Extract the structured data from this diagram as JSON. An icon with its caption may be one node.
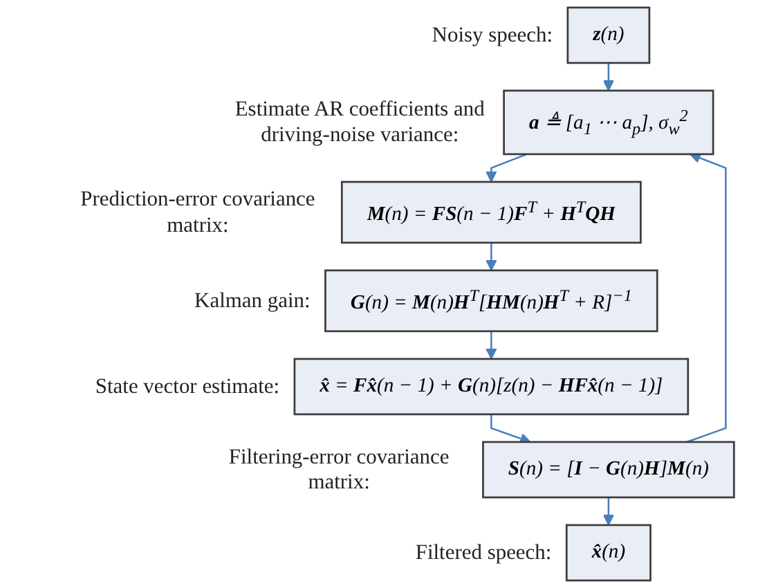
{
  "diagram": {
    "nodes": [
      {
        "text": [
          "**z**(*n*)"
        ],
        "beside": [
          "Noisy speech:"
        ]
      },
      {
        "text": [
          "**a** ≜ [*a*$_{1}$ ⋯ *a*$_{p}$], σ$_{w}$$^{2}$"
        ],
        "beside": [
          "Estimate AR coefficients and driving-noise variance:"
        ]
      },
      {
        "text": [
          "**M**(*n*) = **FS**(*n* − 1)**F**$^{T}$ + **H**$^{T}$**QH**"
        ],
        "beside": [
          "Prediction-error covariance matrix:"
        ]
      },
      {
        "text": [
          "**G**(*n*) = **M**(*n*)**H**$^{T}$[**HM**(*n*)**H**$^{T}$ + *R*]$^{−1}$"
        ],
        "beside": [
          "Kalman gain:"
        ]
      },
      {
        "text": [
          "**x̂** = **Fx̂**(*n* − 1) + **G**(*n*)[*z*(*n*) − **HFx̂**(*n* − 1)]"
        ],
        "beside": [
          "State vector estimate:"
        ]
      },
      {
        "text": [
          "**S**(*n*) = [**I** − **G**(*n*)**H**]**M**(*n*)"
        ],
        "beside": [
          "Filtering-error covariance matrix:"
        ]
      },
      {
        "text": [
          "**x̂**(*n*)"
        ],
        "beside": [
          "Filtered speech:"
        ]
      }
    ],
    "edges": [
      {
        "from": 0,
        "to": 1,
        "arrow": "to"
      },
      {
        "from": 1,
        "to": 2,
        "arrow": "to"
      },
      {
        "from": 2,
        "to": 3,
        "arrow": "to"
      },
      {
        "from": 3,
        "to": 4,
        "arrow": "to"
      },
      {
        "from": 4,
        "to": 5,
        "arrow": "to"
      },
      {
        "from": 5,
        "to": 6,
        "arrow": "to"
      },
      {
        "from": 5,
        "to": 1,
        "arrow": "to"
      }
    ]
  }
}
